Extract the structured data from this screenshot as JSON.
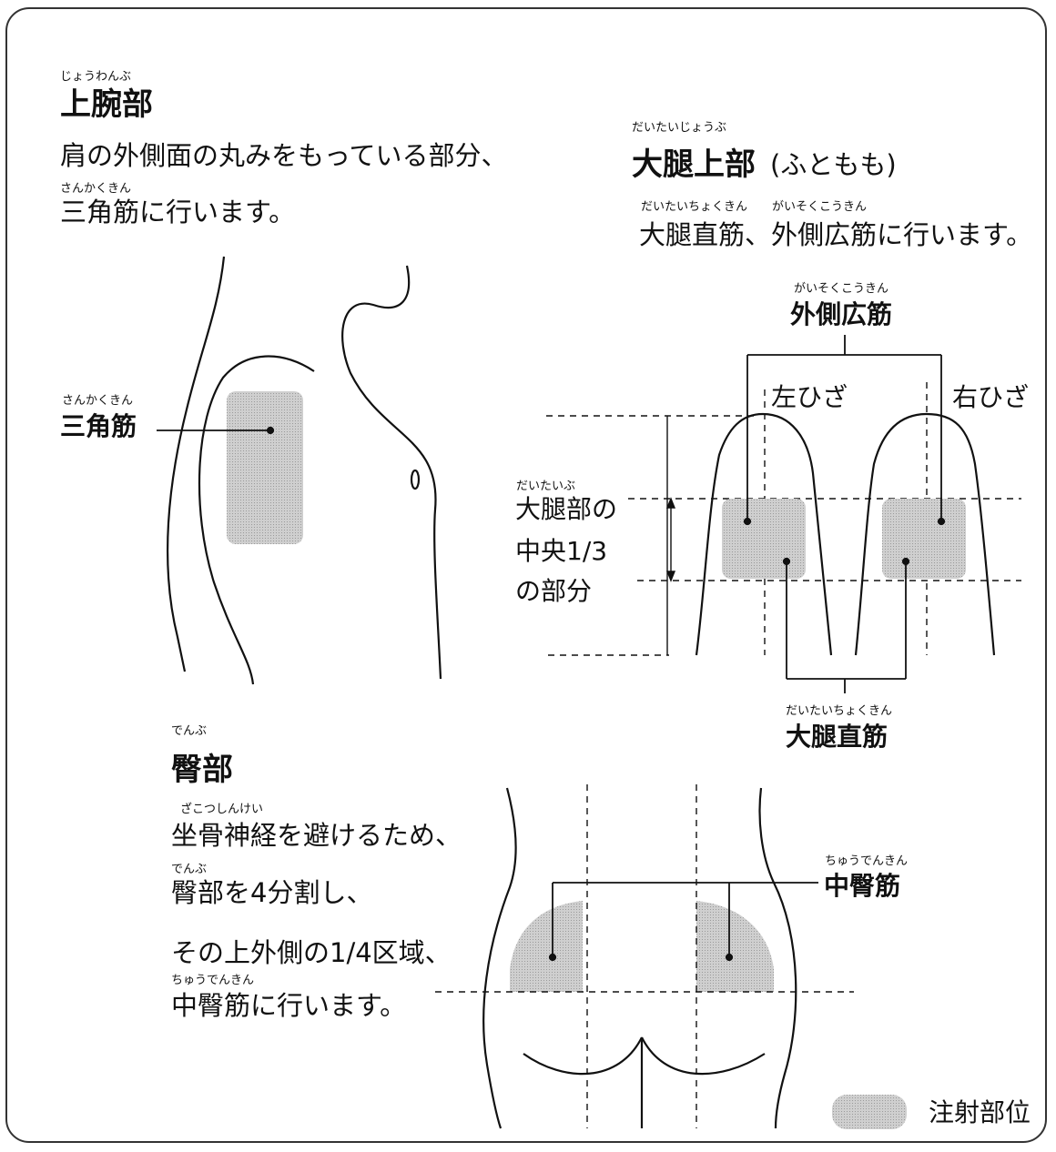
{
  "upper_arm": {
    "ruby": "じょうわんぶ",
    "title": "上腕部",
    "line1": "肩の外側面の丸みをもっている部分、",
    "ruby2": "さんかくきん",
    "line2": "三角筋に行います。",
    "label_ruby": "さんかくきん",
    "label": "三角筋"
  },
  "thigh": {
    "ruby": "だいたいじょうぶ",
    "title": "大腿上部",
    "title_paren": "(ふともも)",
    "ruby_a": "だいたいちょくきん",
    "ruby_b": "がいそくこうきん",
    "line": "大腿直筋、外側広筋に行います。",
    "lateral_ruby": "がいそくこうきん",
    "lateral_label": "外側広筋",
    "left_knee": "左ひざ",
    "right_knee": "右ひざ",
    "middle_ruby": "だいたいぶ",
    "middle_line1": "大腿部の",
    "middle_line2": "中央1/3",
    "middle_line3": "の部分",
    "rectus_ruby": "だいたいちょくきん",
    "rectus_label": "大腿直筋"
  },
  "buttock": {
    "ruby": "でんぶ",
    "title": "臀部",
    "ruby1": "ざこつしんけい",
    "line1": "坐骨神経を避けるため、",
    "ruby2": "でんぶ",
    "line2": "臀部を4分割し、",
    "line3": "その上外側の1/4区域、",
    "ruby4": "ちゅうでんきん",
    "line4": "中臀筋に行います。",
    "label_ruby": "ちゅうでんきん",
    "label": "中臀筋"
  },
  "legend": {
    "label": "注射部位",
    "color": "#c4c4c4"
  }
}
